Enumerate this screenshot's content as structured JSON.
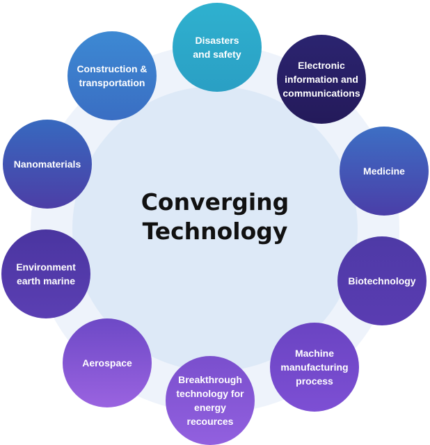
{
  "center": {
    "title_line1": "Converging",
    "title_line2": "Technology"
  },
  "nodes": [
    {
      "label": "Disasters\nand safety",
      "gradient": [
        "#2fb1cf",
        "#2a9fc4"
      ]
    },
    {
      "label": "Electronic\ninformation and\ncommunications",
      "gradient": [
        "#2b2470",
        "#241a5a"
      ]
    },
    {
      "label": "Medicine",
      "gradient": [
        "#3d6fc4",
        "#4a3ea8"
      ]
    },
    {
      "label": "Biotechnology",
      "gradient": [
        "#4e3aa6",
        "#5a3cb2"
      ]
    },
    {
      "label": "Machine\nmanufacturing\nprocess",
      "gradient": [
        "#6a44c2",
        "#7d4fd4"
      ]
    },
    {
      "label": "Breakthrough\ntechnology for\nenergy\nrecources",
      "gradient": [
        "#7a4fcd",
        "#9260df"
      ]
    },
    {
      "label": "Aerospace",
      "gradient": [
        "#6d49c6",
        "#9a63e0"
      ]
    },
    {
      "label": "Environment\nearth marine",
      "gradient": [
        "#4a35a0",
        "#5b3fb3"
      ]
    },
    {
      "label": "Nanomaterials",
      "gradient": [
        "#3769bf",
        "#4c3ea6"
      ]
    },
    {
      "label": "Construction &\ntransportation",
      "gradient": [
        "#3d89d3",
        "#3a6ec3"
      ]
    }
  ]
}
